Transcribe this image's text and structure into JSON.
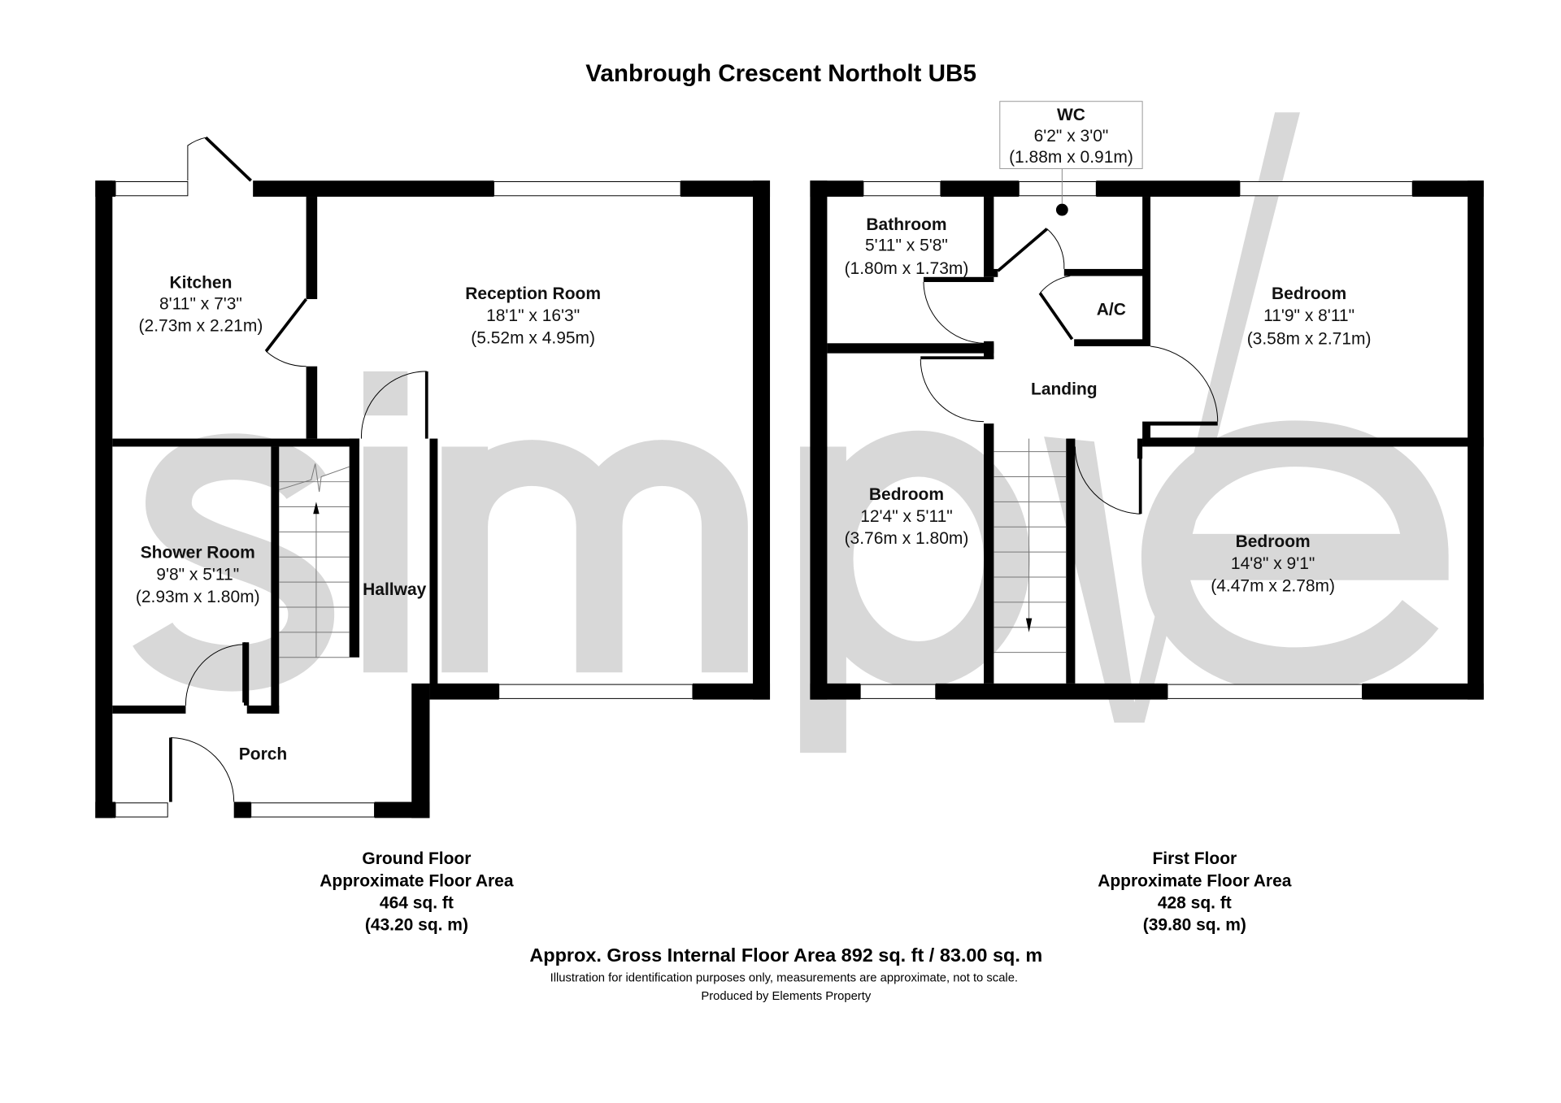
{
  "title": "Vanbrough Crescent Northolt UB5",
  "watermark": "simple",
  "ground_floor": {
    "rooms": [
      {
        "name": "Kitchen",
        "imperial": "8'11\" x 7'3\"",
        "metric": "(2.73m x 2.21m)"
      },
      {
        "name": "Reception Room",
        "imperial": "18'1\" x 16'3\"",
        "metric": "(5.52m x 4.95m)"
      },
      {
        "name": "Shower Room",
        "imperial": "9'8\" x 5'11\"",
        "metric": "(2.93m x 1.80m)"
      },
      {
        "name": "Hallway"
      },
      {
        "name": "Porch"
      }
    ],
    "floor_name": "Ground Floor",
    "area_label": "Approximate Floor Area",
    "area_sqft": "464 sq. ft",
    "area_sqm": "(43.20 sq. m)"
  },
  "first_floor": {
    "rooms": [
      {
        "name": "WC",
        "imperial": "6'2\" x 3'0\"",
        "metric": "(1.88m x 0.91m)"
      },
      {
        "name": "Bathroom",
        "imperial": "5'11\" x 5'8\"",
        "metric": "(1.80m x 1.73m)"
      },
      {
        "name": "Bedroom",
        "imperial": "11'9\" x 8'11\"",
        "metric": "(3.58m x 2.71m)"
      },
      {
        "name": "A/C"
      },
      {
        "name": "Landing"
      },
      {
        "name": "Bedroom",
        "imperial": "12'4\" x 5'11\"",
        "metric": "(3.76m x 1.80m)"
      },
      {
        "name": "Bedroom",
        "imperial": "14'8\" x 9'1\"",
        "metric": "(4.47m x 2.78m)"
      }
    ],
    "floor_name": "First Floor",
    "area_label": "Approximate Floor Area",
    "area_sqft": "428 sq. ft",
    "area_sqm": "(39.80 sq. m)"
  },
  "footer": {
    "gross": "Approx. Gross Internal Floor Area 892 sq. ft / 83.00 sq. m",
    "disclaimer": "Illustration for identification purposes only, measurements are approximate, not to scale.",
    "produced_by": "Produced by Elements Property"
  }
}
